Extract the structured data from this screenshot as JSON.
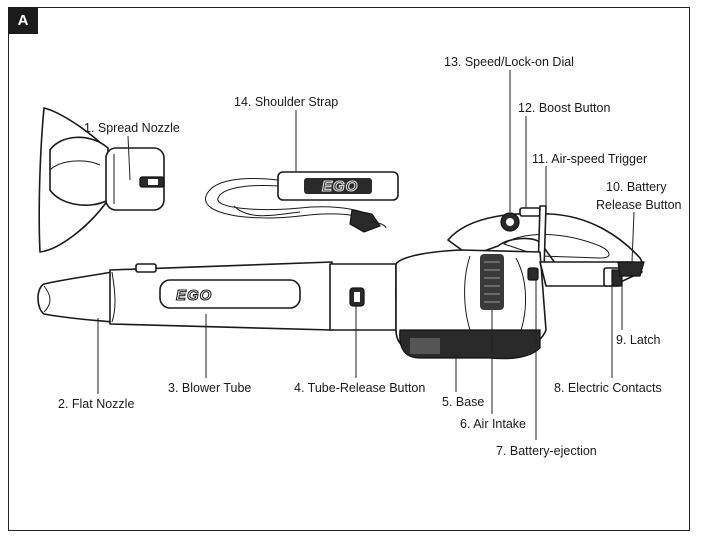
{
  "figure_tag": "A",
  "logo_text": "EGO",
  "labels": {
    "l1": "1. Spread Nozzle",
    "l2": "2. Flat Nozzle",
    "l3": "3. Blower Tube",
    "l4": "4. Tube-Release Button",
    "l5": "5. Base",
    "l6": "6. Air Intake",
    "l7": "7. Battery-ejection",
    "l8": "8. Electric Contacts",
    "l9": "9. Latch",
    "l10a": "10. Battery",
    "l10b": "Release Button",
    "l11": "11. Air-speed Trigger",
    "l12": "12. Boost Button",
    "l13": "13. Speed/Lock-on Dial",
    "l14": "14. Shoulder Strap"
  }
}
